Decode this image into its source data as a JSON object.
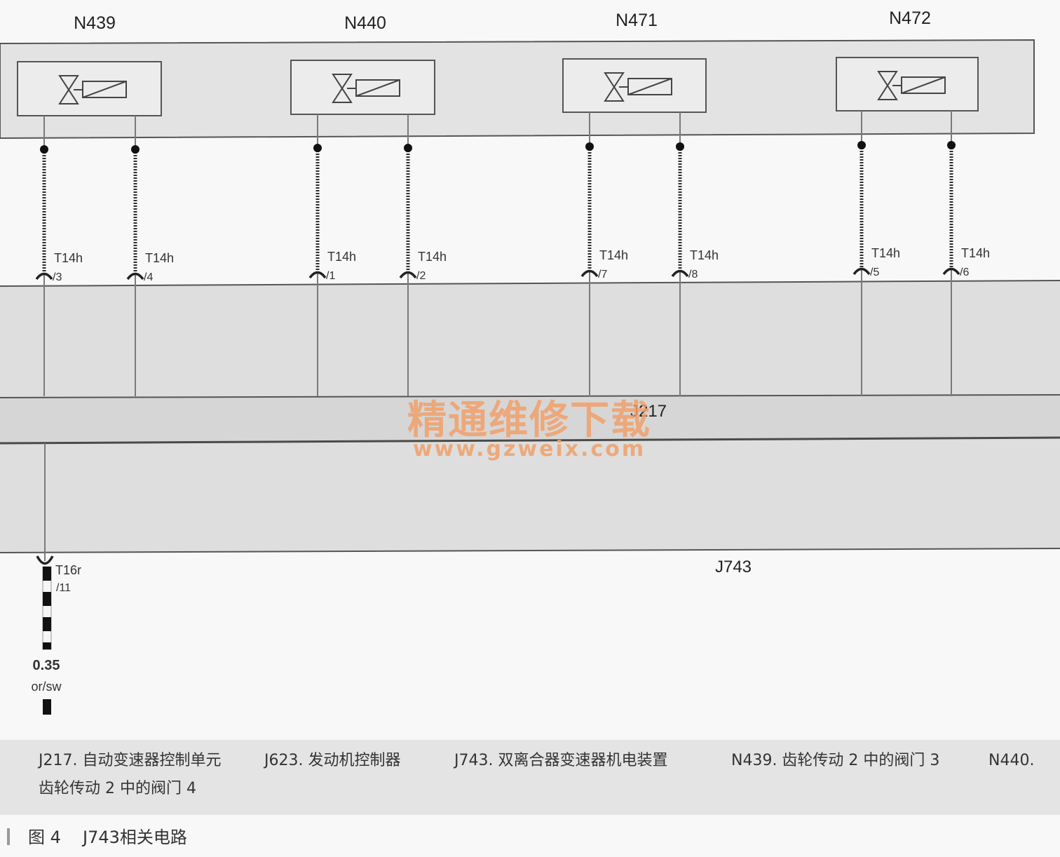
{
  "components": [
    {
      "label": "N439",
      "pins": [
        {
          "connector": "T14h",
          "pin": "/3"
        },
        {
          "connector": "T14h",
          "pin": "/4"
        }
      ]
    },
    {
      "label": "N440",
      "pins": [
        {
          "connector": "T14h",
          "pin": "/1"
        },
        {
          "connector": "T14h",
          "pin": "/2"
        }
      ]
    },
    {
      "label": "N471",
      "pins": [
        {
          "connector": "T14h",
          "pin": "/7"
        },
        {
          "connector": "T14h",
          "pin": "/8"
        }
      ]
    },
    {
      "label": "N472",
      "pins": [
        {
          "connector": "T14h",
          "pin": "/5"
        },
        {
          "connector": "T14h",
          "pin": "/6"
        }
      ]
    }
  ],
  "control_unit_label": "J217",
  "module_label": "J743",
  "output": {
    "connector": "T16r",
    "pin": "/11",
    "wire_size": "0.35",
    "wire_color": "or/sw"
  },
  "legend": {
    "items": [
      "J217. 自动变速器控制单元",
      "J623. 发动机控制器",
      "J743. 双离合器变速器机电装置",
      "N439. 齿轮传动 2 中的阀门 3",
      "N440."
    ],
    "continuation": "齿轮传动 2 中的阀门 4"
  },
  "caption": {
    "figure": "图 4",
    "title": "J743相关电路"
  },
  "watermark": {
    "text": "精通维修下载",
    "site": "www.gzweix.com"
  },
  "colors": {
    "watermark": "#f0a06a",
    "panel": "#e3e3e3",
    "wire": "#2e2e2e"
  }
}
